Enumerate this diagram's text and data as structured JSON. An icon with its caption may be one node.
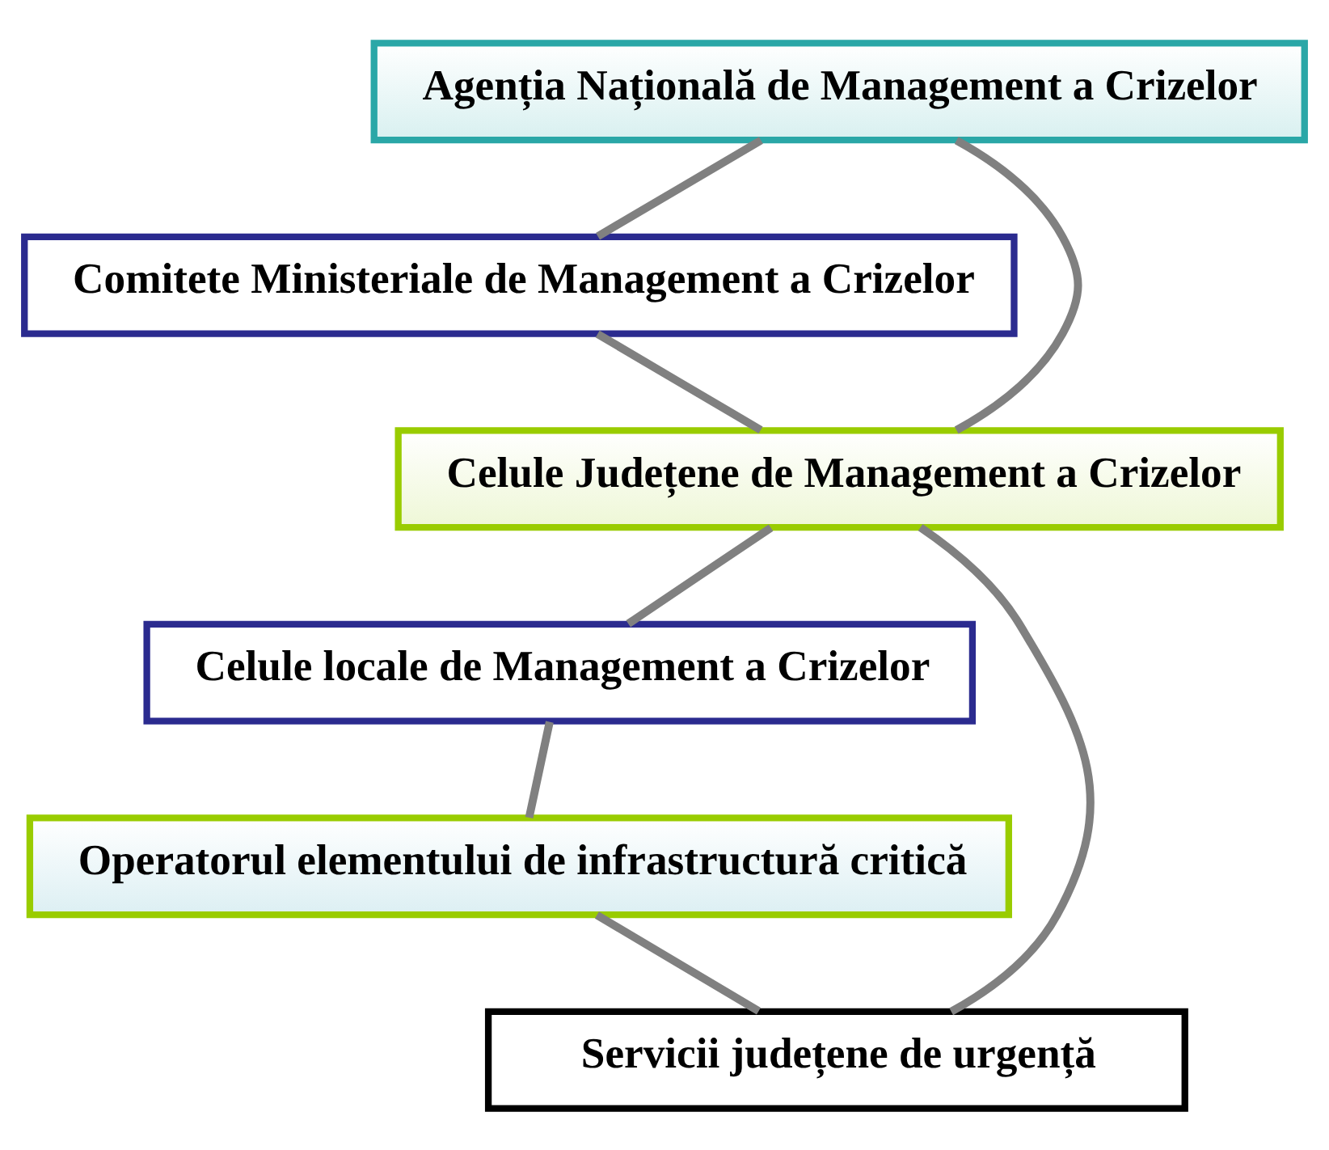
{
  "diagram": {
    "nodes": [
      {
        "text": [
          "Agenția Națională de Management a Crizelor"
        ]
      },
      {
        "text": [
          "Comitete Ministeriale de Management a Crizelor"
        ]
      },
      {
        "text": [
          "Celule Județene de Management a Crizelor"
        ]
      },
      {
        "text": [
          "Celule locale de Management a Crizelor"
        ]
      },
      {
        "text": [
          "Operatorul elementului de infrastructură critică"
        ]
      },
      {
        "text": [
          "Servicii județene de urgență"
        ]
      }
    ],
    "edges": [
      {
        "from": 0,
        "to": 1,
        "arrow": "none"
      },
      {
        "from": 0,
        "to": 2,
        "arrow": "none"
      },
      {
        "from": 1,
        "to": 2,
        "arrow": "none"
      },
      {
        "from": 2,
        "to": 3,
        "arrow": "none"
      },
      {
        "from": 2,
        "to": 5,
        "arrow": "none"
      },
      {
        "from": 3,
        "to": 4,
        "arrow": "none"
      },
      {
        "from": 4,
        "to": 5,
        "arrow": "none"
      }
    ]
  }
}
